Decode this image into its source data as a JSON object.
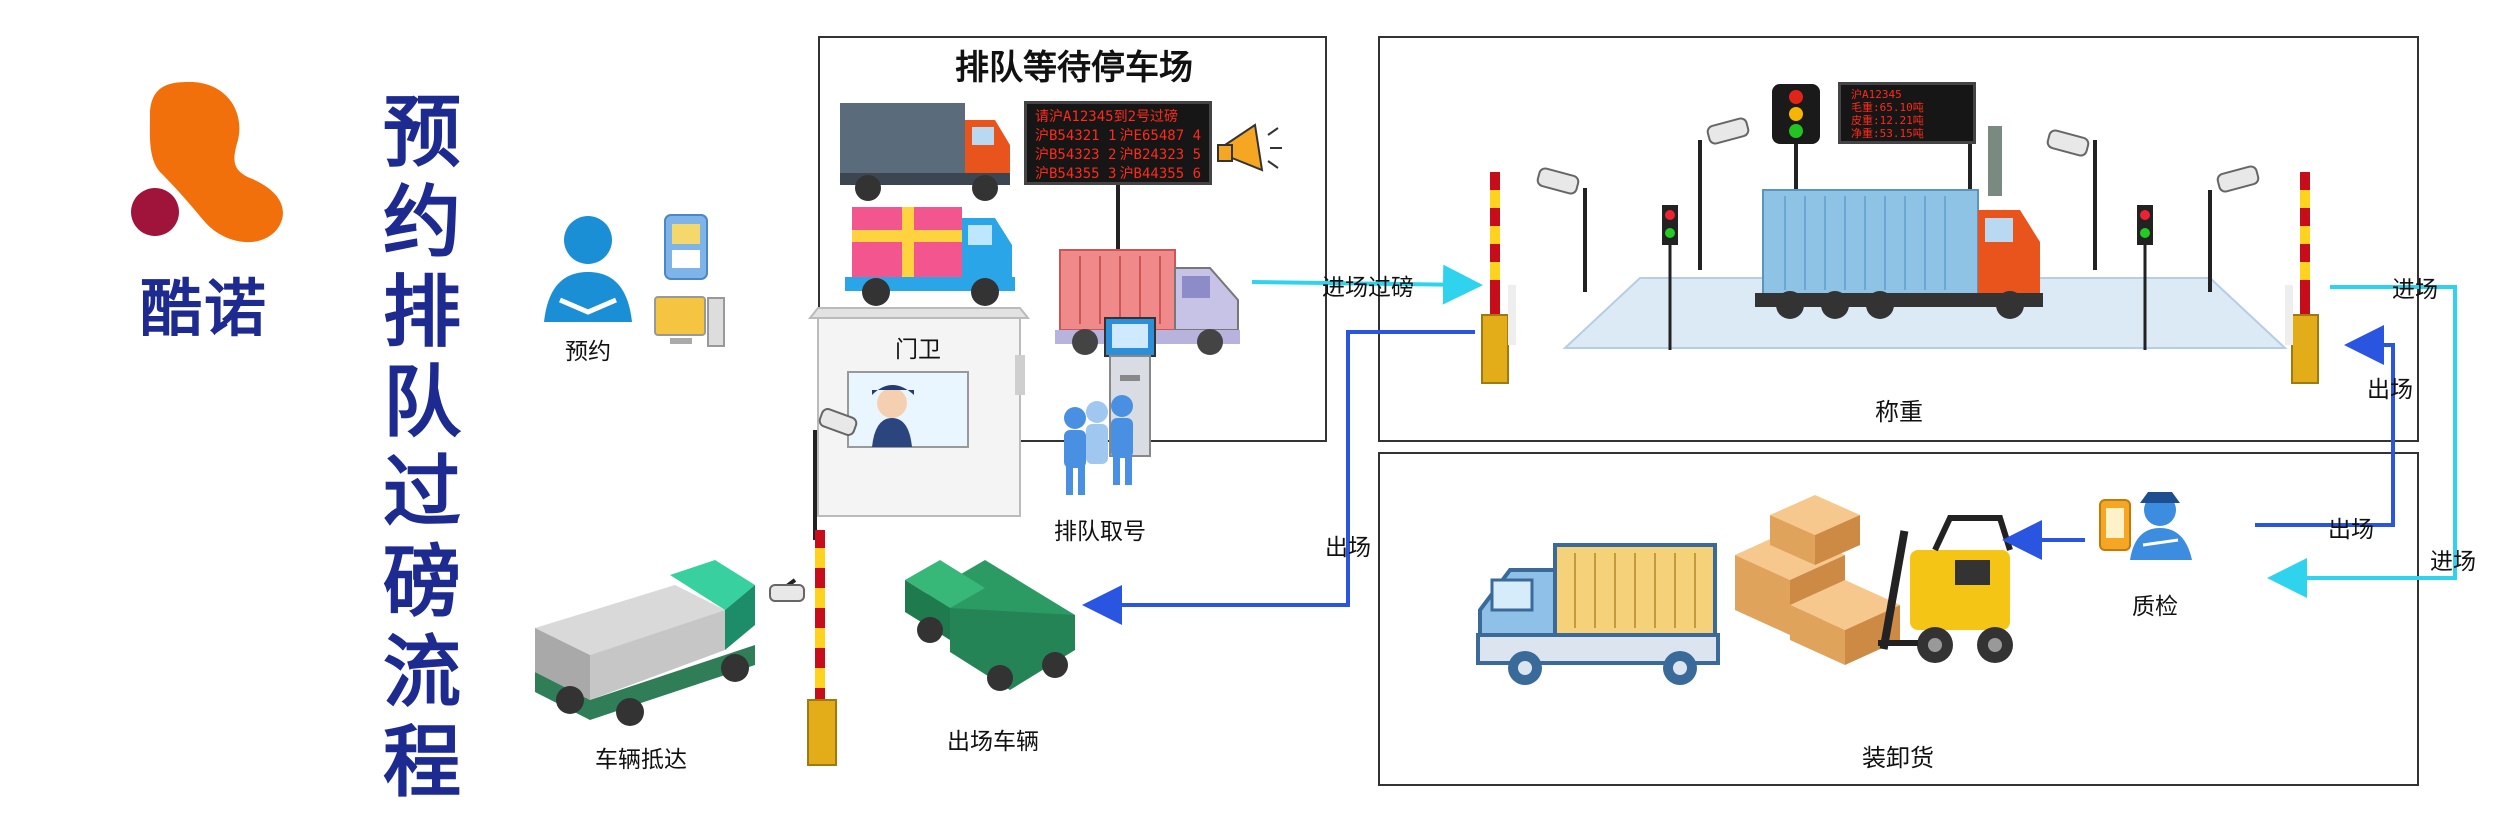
{
  "brand": {
    "name": "酷诺",
    "colors": {
      "orange": "#f2700c",
      "maroon": "#a0143c",
      "navy": "#1d2a8f"
    }
  },
  "title_vertical": "预约排队过磅流程",
  "panels": {
    "queue_lot": {
      "title": "排队等待停车场"
    },
    "weighing": {
      "title": "称重"
    },
    "loading": {
      "title": "装卸货"
    }
  },
  "labels": {
    "reservation": "预约",
    "gatehouse": "门卫",
    "take_number": "排队取号",
    "vehicle_arrival": "车辆抵达",
    "exit_vehicle": "出场车辆",
    "quality_inspection": "质检"
  },
  "flow_labels": {
    "enter_weighing": "进场过磅",
    "exit_left": "出场",
    "enter_right_top": "进场",
    "exit_right_top": "出场",
    "exit_middle": "出场",
    "enter_right_bottom": "进场"
  },
  "led_queue": {
    "header": "请沪A12345到2号过磅",
    "rows": [
      [
        "沪B54321 1",
        "沪E65487 4"
      ],
      [
        "沪B54323 2",
        "沪B24323 5"
      ],
      [
        "沪B54355 3",
        "沪B44355 6"
      ]
    ]
  },
  "led_scale": {
    "lines": [
      "沪A12345",
      "毛重:65.10吨",
      "皮重:12.21吨",
      "净重:53.15吨"
    ]
  },
  "icons": [
    "brand-logo-icon",
    "person-icon",
    "phone-icon",
    "computer-icon",
    "truck-gray-icon",
    "truck-blue-icon",
    "megaphone-icon",
    "container-truck-icon",
    "kiosk-icon",
    "people-icon",
    "guard-icon",
    "camera-icon",
    "barrier-gate-icon",
    "traffic-light-icon",
    "container-truck-red-icon",
    "inspector-icon",
    "forklift-icon",
    "boxes-icon",
    "box-truck-icon",
    "green-truck-icon"
  ]
}
